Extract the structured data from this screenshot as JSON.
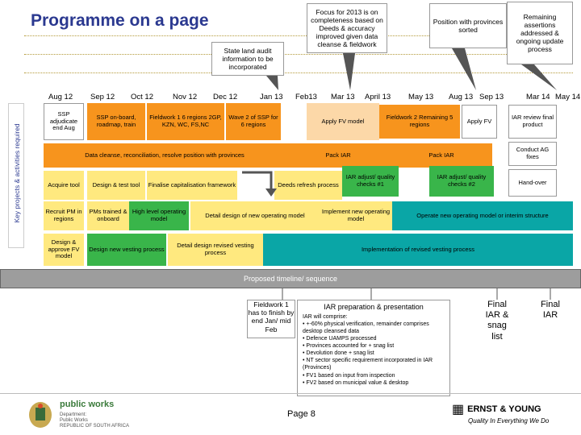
{
  "title": "Programme on a page",
  "callouts": {
    "state_land": "State land audit information to be incorporated",
    "focus_2013": "Focus for 2013 is on completeness based on Deeds & accuracy improved given data cleanse & fieldwork",
    "position": "Position with provinces sorted",
    "remaining": "Remaining assertions addressed & ongoing update process"
  },
  "months": [
    "Aug 12",
    "Sep 12",
    "Oct 12",
    "Nov 12",
    "Dec 12",
    "Jan 13",
    "Feb13",
    "Mar 13",
    "April 13",
    "May 13",
    "Aug 13",
    "Sep 13",
    "Mar 14",
    "May 14"
  ],
  "y_axis_label": "Key projects & activities required",
  "activities": {
    "ssp_adjudicate": "SSP adjudicate end Aug",
    "ssp_onboard": "SSP on-board, roadmap, train",
    "fieldwork1": "Fieldwork 1 6 regions 2GP, KZN, WC, FS,NC",
    "wave2": "Wave 2 of SSP for 6 regions",
    "apply_fv1": "Apply FV model",
    "fieldwork2": "Fieldwork 2 Remaining 5 regions",
    "apply_fv2": "Apply FV",
    "iar_review": "IAR review final product",
    "data_cleanse": "Data cleanse, reconciliation, resolve position with provinces",
    "pack_iar1": "Pack IAR",
    "pack_iar2": "Pack IAR",
    "conduct_ag": "Conduct AG fixes",
    "acquire_tool": "Acquire tool",
    "design_test": "Design & test tool",
    "finalise_cap": "Finalise capitalisation framework",
    "deeds_refresh": "Deeds refresh process",
    "iar_adjust1": "IAR adjust/ quality checks #1",
    "iar_adjust2": "IAR adjust/ quality checks #2",
    "hand_over": "Hand-over",
    "recruit_pm": "Recruit PM in regions",
    "pms_trained": "PMs trained & onboard",
    "high_level": "High level operating model",
    "detail_design": "Detail design of new operating model",
    "implement_model": "Implement new operating model",
    "operate_model": "Operate new operating model or interim structure",
    "design_fv": "Design & approve FV model",
    "design_vesting": "Design new vesting process",
    "detail_vesting": "Detail design revised vesting process",
    "impl_vesting": "Implementation of revised vesting process"
  },
  "timeline_label": "Proposed timeline/ sequence",
  "lower": {
    "fieldwork1_note": "Fieldwork 1 has to finish by end Jan/ mid Feb",
    "iar_prep_title": "IAR preparation & presentation",
    "iar_comprise": "IAR will comprise:",
    "iar_bullets": [
      "+-60% physical verification, remainder comprises desktop cleansed data",
      "Defence UAMPS processed",
      "Provinces accounted for + snag list",
      "Devolution done + snag list",
      "NT sector specific requirement incorporated in IAR (Provinces)",
      "FV1 based on input from inspection",
      "FV2 based on municipal value & desktop"
    ],
    "final_iar_snag": "Final IAR & snag list",
    "final_iar": "Final IAR"
  },
  "footer": {
    "logo_text": "public works",
    "department_lines": [
      "Department:",
      "Public Works",
      "REPUBLIC OF SOUTH AFRICA"
    ],
    "page": "Page 8",
    "ey_name": "ERNST & YOUNG",
    "ey_tagline": "Quality In Everything We Do"
  }
}
